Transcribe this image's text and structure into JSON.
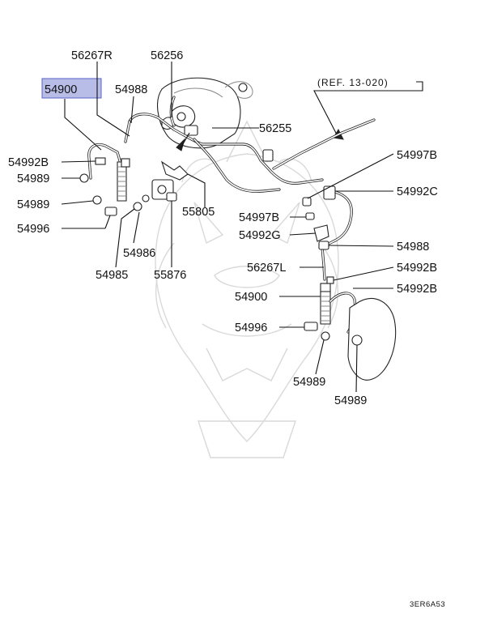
{
  "diagram": {
    "reference": "(REF. 13-020)",
    "figure_code": "3ER6A53",
    "highlight_color": "#b8bde8",
    "highlighted_part": "54900",
    "parts": [
      {
        "id": "p1",
        "label": "56267R"
      },
      {
        "id": "p2",
        "label": "56256"
      },
      {
        "id": "p3",
        "label": "54900"
      },
      {
        "id": "p4",
        "label": "54988"
      },
      {
        "id": "p5",
        "label": "56255"
      },
      {
        "id": "p6",
        "label": "54992B"
      },
      {
        "id": "p7",
        "label": "54989"
      },
      {
        "id": "p8",
        "label": "54989"
      },
      {
        "id": "p9",
        "label": "54996"
      },
      {
        "id": "p10",
        "label": "55805"
      },
      {
        "id": "p11",
        "label": "54986"
      },
      {
        "id": "p12",
        "label": "54985"
      },
      {
        "id": "p13",
        "label": "55876"
      },
      {
        "id": "p14",
        "label": "54997B"
      },
      {
        "id": "p15",
        "label": "54992C"
      },
      {
        "id": "p16",
        "label": "54997B"
      },
      {
        "id": "p17",
        "label": "54992G"
      },
      {
        "id": "p18",
        "label": "54988"
      },
      {
        "id": "p19",
        "label": "56267L"
      },
      {
        "id": "p20",
        "label": "54992B"
      },
      {
        "id": "p21",
        "label": "54900"
      },
      {
        "id": "p22",
        "label": "54992B"
      },
      {
        "id": "p23",
        "label": "54996"
      },
      {
        "id": "p24",
        "label": "54989"
      },
      {
        "id": "p25",
        "label": "54989"
      }
    ]
  }
}
